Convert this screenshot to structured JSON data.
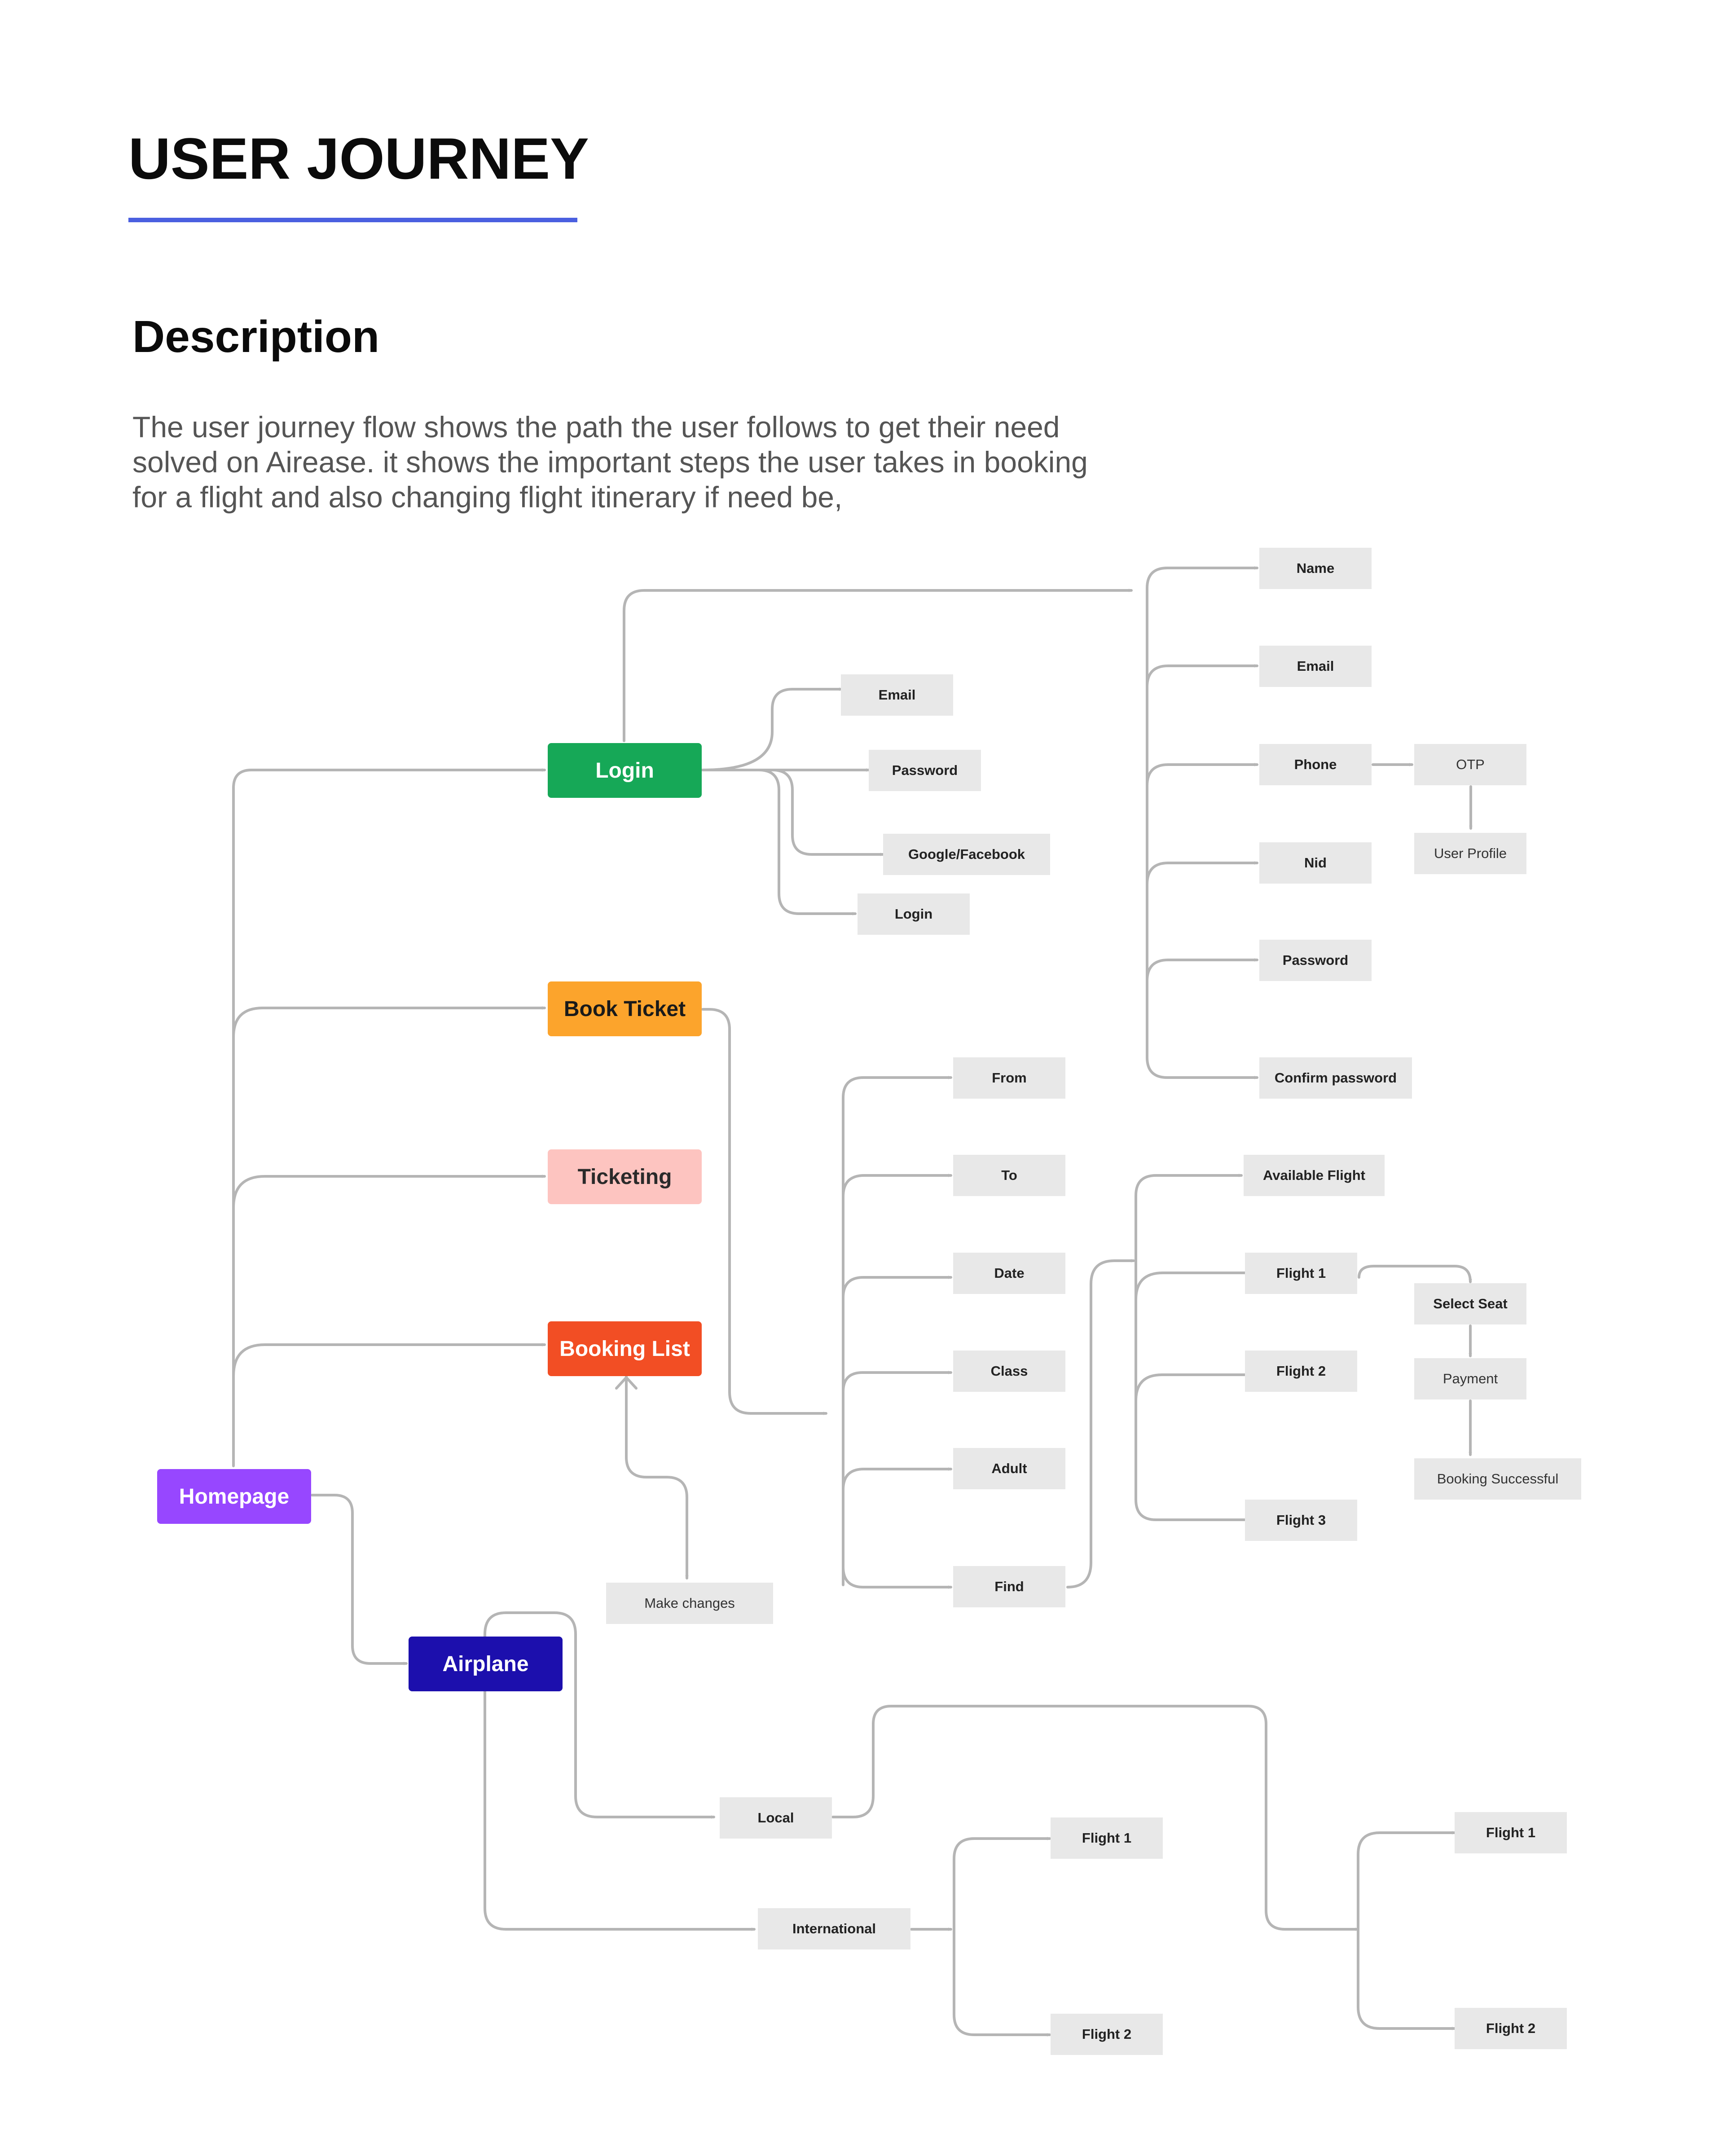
{
  "header": {
    "title": "USER JOURNEY",
    "subtitle": "Description",
    "description": "The user journey flow shows the path the user follows to get their need solved on Airease. it shows the important steps the user takes in booking for a flight and also changing flight itinerary if need be,"
  },
  "colors": {
    "accent_rule": "#4a5fe0",
    "connector": "#b5b5b5",
    "sub_box": "#e8e8e8",
    "login": "#16a857",
    "book_ticket": "#fca42c",
    "ticketing": "#fdc4c0",
    "booking_list": "#f24e24",
    "homepage": "#9747ff",
    "airplane": "#1c0fad"
  },
  "diagram": {
    "main_nodes": {
      "homepage": "Homepage",
      "login": "Login",
      "book_ticket": "Book Ticket",
      "ticketing": "Ticketing",
      "booking_list": "Booking List",
      "airplane": "Airplane"
    },
    "login_options": {
      "email": "Email",
      "password": "Password",
      "google_facebook": "Google/Facebook",
      "login": "Login"
    },
    "signup_fields": {
      "name": "Name",
      "email": "Email",
      "phone": "Phone",
      "nid": "Nid",
      "password": "Password",
      "confirm_password": "Confirm password",
      "otp": "OTP",
      "user_profile": "User Profile"
    },
    "search_fields": {
      "from": "From",
      "to": "To",
      "date": "Date",
      "class": "Class",
      "adult": "Adult",
      "find": "Find"
    },
    "results": {
      "available_flight": "Available Flight",
      "flight1": "Flight 1",
      "flight2": "Flight 2",
      "flight3": "Flight 3",
      "select_seat": "Select Seat",
      "payment": "Payment",
      "booking_successful": "Booking Successful"
    },
    "booking_list_option": "Make changes",
    "airplane_options": {
      "local": "Local",
      "international": "International",
      "intl_flight1": "Flight 1",
      "intl_flight2": "Flight 2",
      "local_flight1": "Flight 1",
      "local_flight2": "Flight 2"
    }
  }
}
